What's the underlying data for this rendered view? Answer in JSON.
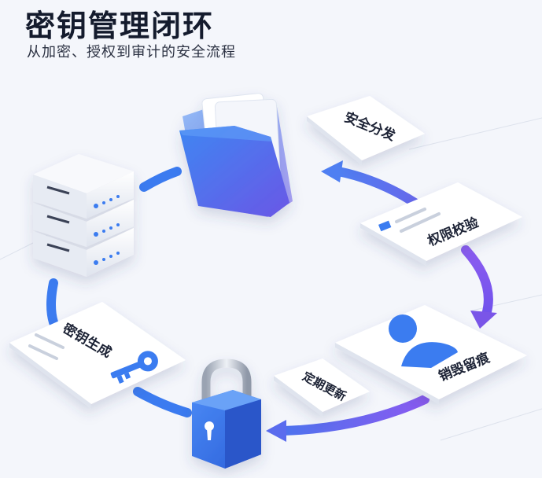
{
  "header": {
    "title": "密钥管理闭环",
    "subtitle": "从加密、授权到审计的安全流程"
  },
  "stages": {
    "distribute": "安全分发",
    "verify": "权限校验",
    "destroy": "销毁留痕",
    "rotate": "定期更新",
    "generate": "密钥生成"
  },
  "icons": {
    "folder": "folder-icon",
    "server": "server-icon",
    "lock": "padlock-icon",
    "key": "key-icon",
    "user": "user-icon"
  },
  "colors": {
    "accent_blue": "#3b7bf0",
    "accent_violet": "#7a55e8",
    "text": "#141b2d"
  }
}
